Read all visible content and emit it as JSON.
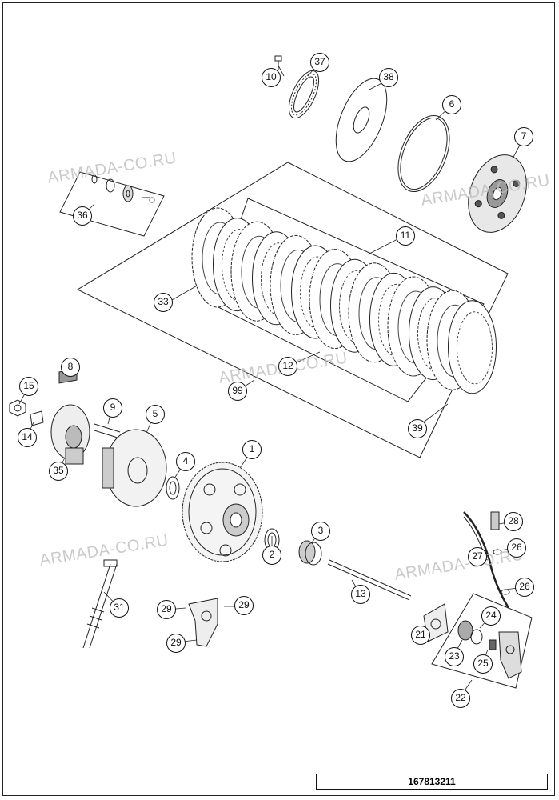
{
  "document_number": "167813211",
  "watermark_text": "ARMADA-CO.RU",
  "callouts": [
    "1",
    "2",
    "3",
    "4",
    "5",
    "6",
    "7",
    "8",
    "9",
    "10",
    "11",
    "12",
    "13",
    "14",
    "15",
    "21",
    "22",
    "23",
    "23",
    "24",
    "25",
    "26",
    "26",
    "27",
    "28",
    "29",
    "29",
    "29",
    "31",
    "33",
    "35",
    "36",
    "37",
    "38",
    "39",
    "99"
  ]
}
